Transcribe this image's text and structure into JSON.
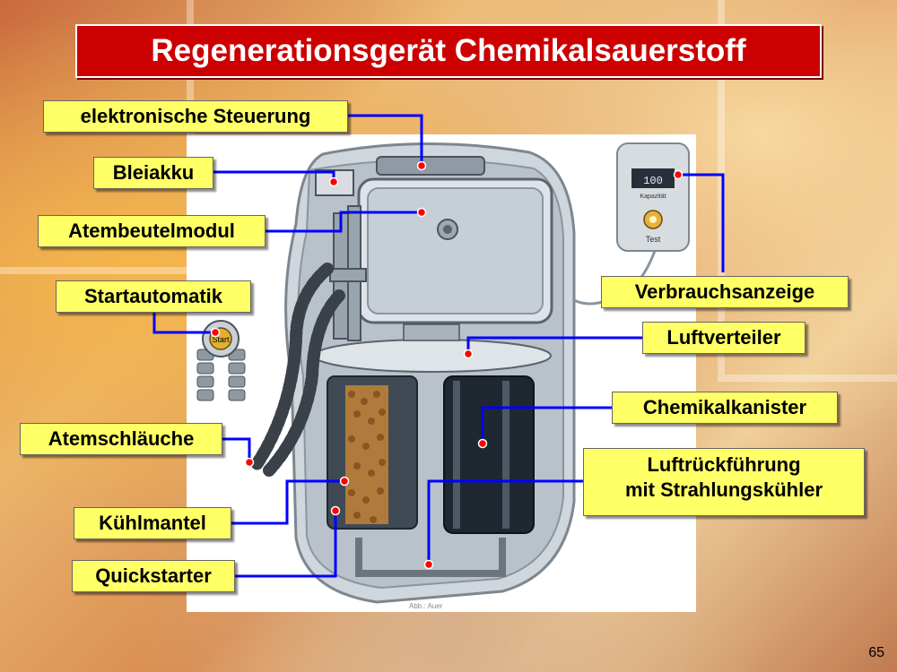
{
  "title": "Regenerationsgerät Chemikalsauerstoff",
  "labels": {
    "steuerung": "elektronische Steuerung",
    "bleiakku": "Bleiakku",
    "atembeutel": "Atembeutelmodul",
    "startautomatik": "Startautomatik",
    "atemschlaeuche": "Atemschläuche",
    "kuehlmantel": "Kühlmantel",
    "quickstarter": "Quickstarter",
    "verbrauch": "Verbrauchsanzeige",
    "luftverteiler": "Luftverteiler",
    "chemikalkanister": "Chemikalkanister",
    "luftrueck_1": "Luftrückführung",
    "luftrueck_2": "mit Strahlungskühler"
  },
  "device_text": {
    "start_button": "Start",
    "test_button": "Test",
    "display_value": "100",
    "kapazitaet": "Kapazität"
  },
  "credit": "Abb.: Auer",
  "page_number": "65",
  "colors": {
    "title_bg": "#cc0000",
    "label_bg": "#ffff66",
    "leader_line": "#0000ff",
    "marker_dot": "#ff0000"
  }
}
